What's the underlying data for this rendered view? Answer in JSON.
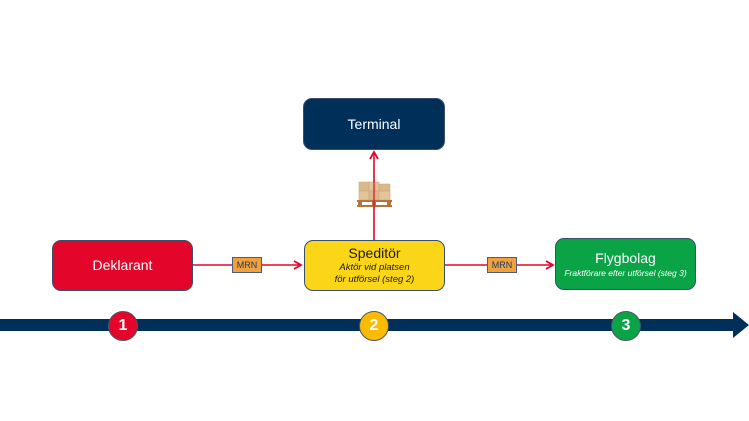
{
  "colors": {
    "timeline": "#002f5a",
    "connector": "#e3062a",
    "deklarant": "#e3062a",
    "speditor": "#fbd517",
    "flygbolag": "#0aa447",
    "terminal": "#002f5a",
    "mrn_tag": "#f0a03c"
  },
  "nodes": {
    "terminal": {
      "title": "Terminal"
    },
    "deklarant": {
      "title": "Deklarant"
    },
    "speditor": {
      "title": "Speditör",
      "subtitle_line1": "Aktör vid platsen",
      "subtitle_line2": "för utförsel (steg 2)"
    },
    "flygbolag": {
      "title": "Flygbolag",
      "subtitle": "Fraktförare efter utförsel (steg 3)"
    }
  },
  "edges": [
    {
      "from": "deklarant",
      "to": "speditor",
      "label": "MRN"
    },
    {
      "from": "speditor",
      "to": "flygbolag",
      "label": "MRN"
    },
    {
      "from": "speditor",
      "to": "terminal",
      "label": "",
      "icon": "pallet-boxes-icon"
    }
  ],
  "timeline": {
    "steps": [
      {
        "label": "1",
        "color": "#e3062a"
      },
      {
        "label": "2",
        "color": "#fbbb00"
      },
      {
        "label": "3",
        "color": "#0aa447"
      }
    ]
  }
}
